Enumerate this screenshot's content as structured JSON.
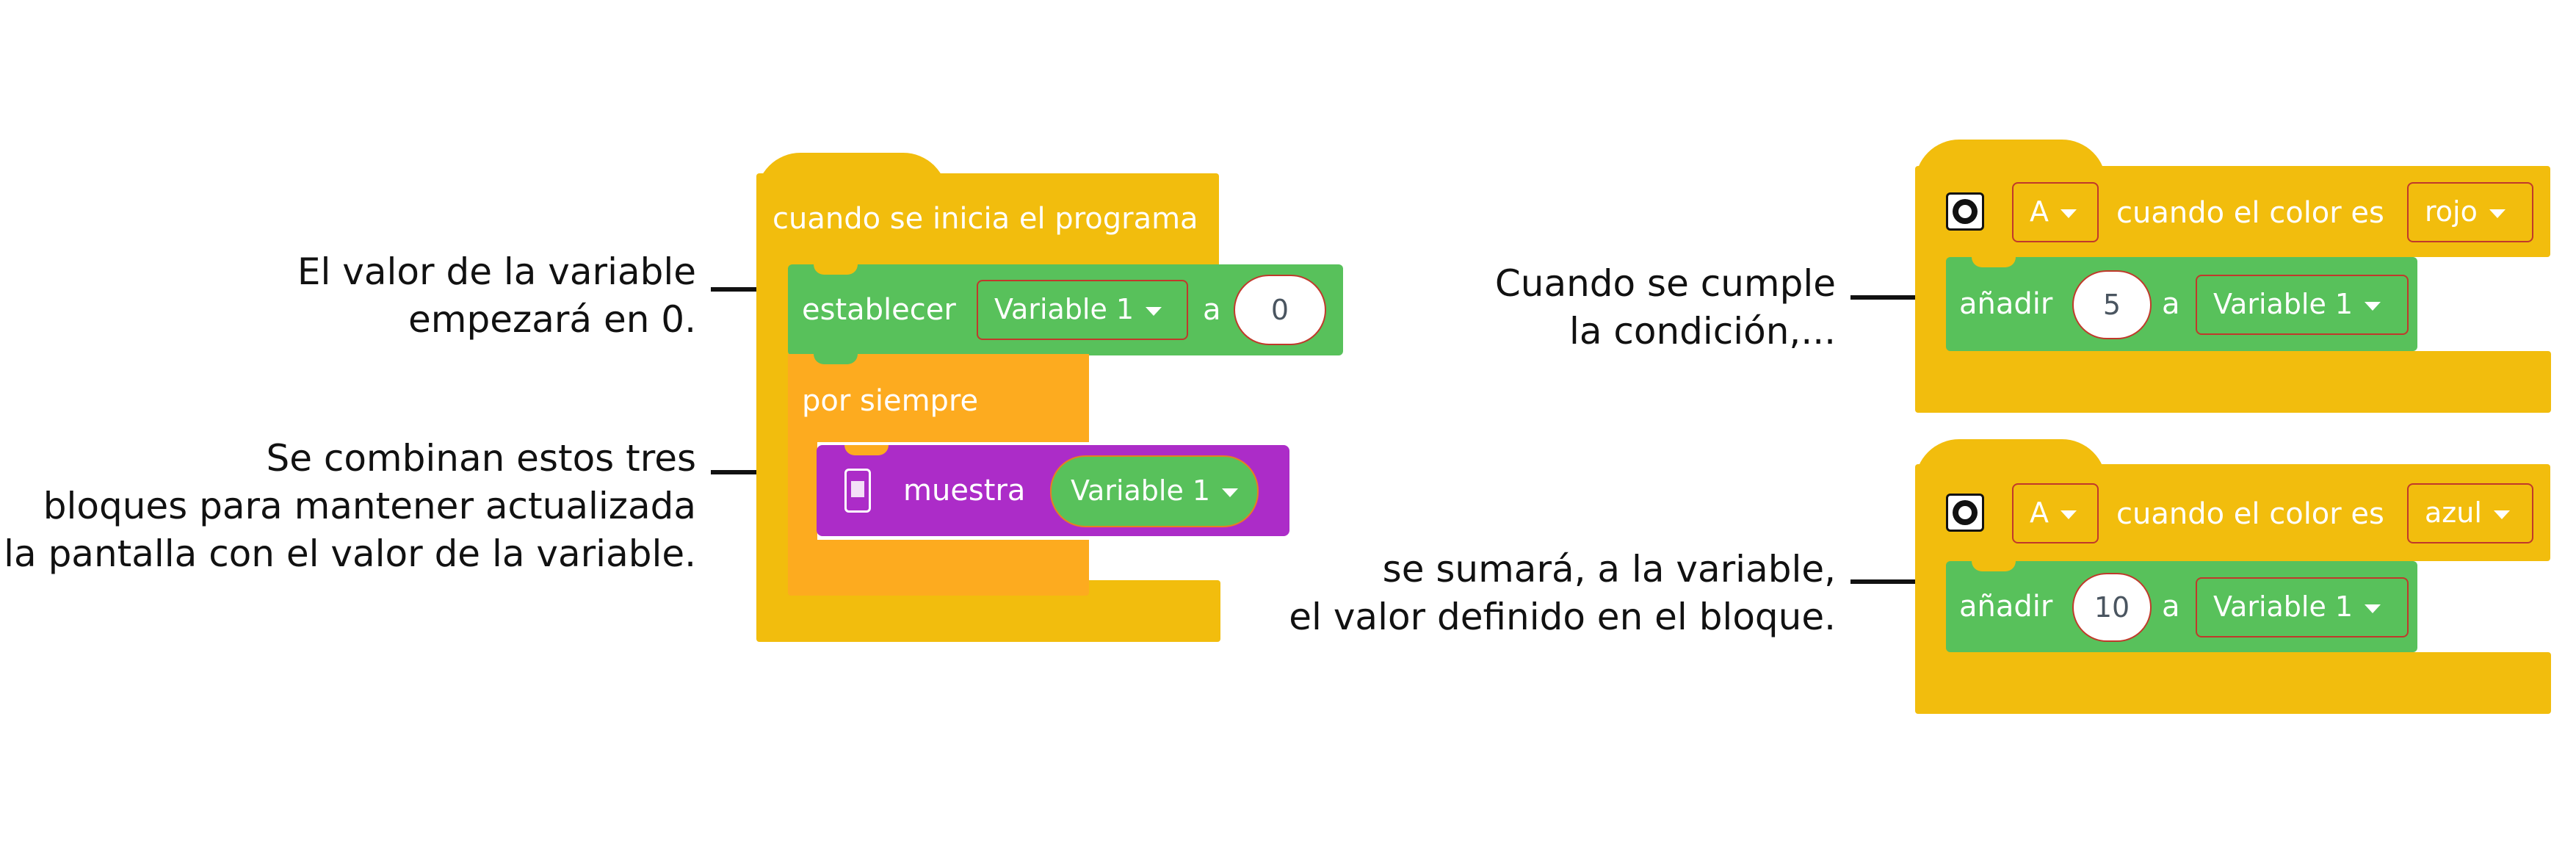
{
  "annotations": {
    "left_1": [
      "El valor de la variable",
      "empezará en 0."
    ],
    "left_2": [
      "Se combinan estos tres",
      "bloques para mantener actualizada",
      "la pantalla con el valor de la variable."
    ],
    "right_1": [
      "Cuando se cumple",
      "la condición,..."
    ],
    "right_2": [
      "se sumará, a la variable,",
      "el valor definido en el bloque."
    ]
  },
  "program": {
    "hat_label": "cuando se inicia el programa",
    "set_label": "establecer",
    "set_variable": "Variable 1",
    "set_to": "a",
    "set_value": "0",
    "forever_label": "por siempre",
    "display_label": "muestra",
    "display_variable": "Variable 1"
  },
  "event_red": {
    "port": "A",
    "condition_label": "cuando el color es",
    "color": "rojo",
    "add_label": "añadir",
    "add_value": "5",
    "add_to": "a",
    "add_variable": "Variable 1"
  },
  "event_blue": {
    "port": "A",
    "condition_label": "cuando el color es",
    "color": "azul",
    "add_label": "añadir",
    "add_value": "10",
    "add_to": "a",
    "add_variable": "Variable 1"
  },
  "colors": {
    "hat_yellow": "#f2bd0d",
    "forever_orange": "#fdab1f",
    "variable_green": "#58c15b",
    "display_purple": "#ac2cc8",
    "dropdown_border": "#c0392b",
    "annotation_text": "#111111"
  },
  "icons": {
    "sensor": "color-sensor-icon",
    "display": "screen-display-icon",
    "dropdown": "chevron-down-icon"
  }
}
